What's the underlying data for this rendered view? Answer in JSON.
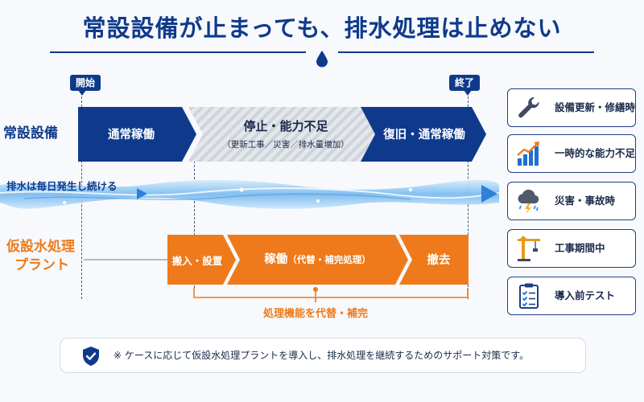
{
  "title": "常設設備が止まっても、排水処理は止めない",
  "markers": {
    "start": "開始",
    "end": "終了"
  },
  "rows": {
    "permanent": "常設設備",
    "temporary_line1": "仮設水処理",
    "temporary_line2": "プラント"
  },
  "permanent_segments": [
    {
      "label": "通常稼働"
    },
    {
      "label": "停止・能力不足",
      "sub": "（更新工事／災害／排水量増加）"
    },
    {
      "label": "復旧・通常稼働"
    }
  ],
  "flow_label": "排水は毎日発生し続ける",
  "temporary_segments": [
    {
      "label": "搬入・設置"
    },
    {
      "label": "稼働",
      "sub": "（代替・補完処理）"
    },
    {
      "label": "撤去"
    }
  ],
  "support_label": "処理機能を代替・補完",
  "cases": [
    {
      "label": "設備更新・修繕時",
      "icon": "wrench-icon"
    },
    {
      "label": "一時的な能力不足",
      "icon": "bar-chart-icon"
    },
    {
      "label": "災害・事故時",
      "icon": "storm-cloud-icon"
    },
    {
      "label": "工事期間中",
      "icon": "crane-icon"
    },
    {
      "label": "導入前テスト",
      "icon": "checklist-icon"
    }
  ],
  "note": "※ ケースに応じて仮設水処理プラントを導入し、排水処理を継続するためのサポート対策です。",
  "colors": {
    "navy": "#0f3a8c",
    "orange": "#ee7a1b",
    "gray_stripe": "#d9dde3",
    "water": "#5aa8ea"
  }
}
